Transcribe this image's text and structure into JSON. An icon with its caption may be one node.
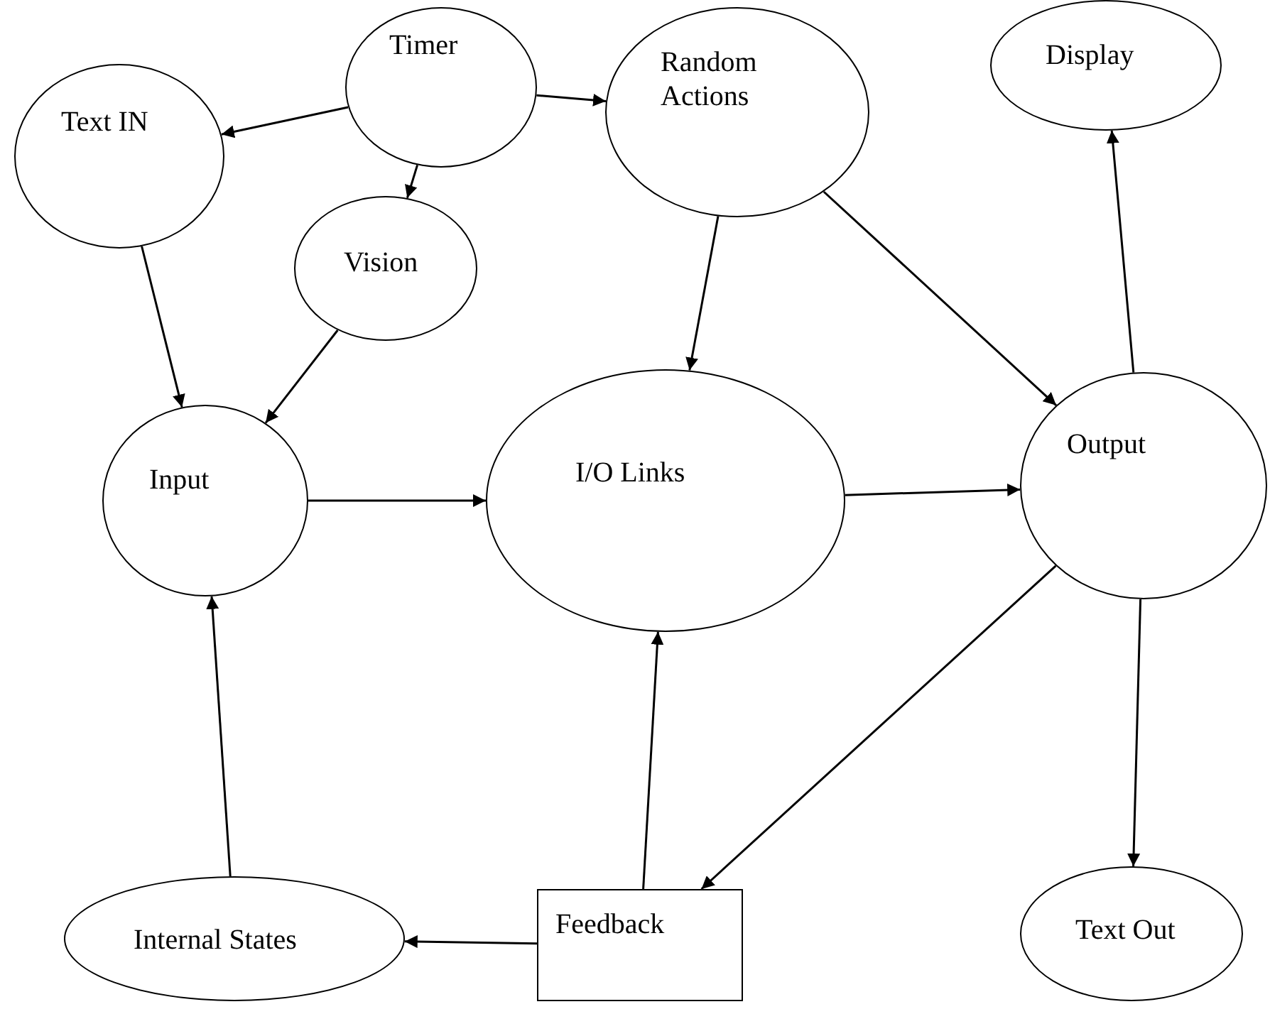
{
  "diagram": {
    "nodes": [
      {
        "text": [
          "Timer"
        ]
      },
      {
        "text": [
          "Display"
        ]
      },
      {
        "text": [
          "Text IN"
        ]
      },
      {
        "text": [
          "Random Actions"
        ]
      },
      {
        "text": [
          "Vision"
        ]
      },
      {
        "text": [
          "Input"
        ]
      },
      {
        "text": [
          "I/O Links"
        ]
      },
      {
        "text": [
          "Output"
        ]
      },
      {
        "text": [
          "Internal States"
        ]
      },
      {
        "text": [
          "Feedback"
        ]
      },
      {
        "text": [
          "Text Out"
        ]
      }
    ],
    "edges": [
      {
        "from": 0,
        "to": 2,
        "arrow": "to"
      },
      {
        "from": 0,
        "to": 4,
        "arrow": "to"
      },
      {
        "from": 0,
        "to": 3,
        "arrow": "to"
      },
      {
        "from": 2,
        "to": 5,
        "arrow": "to"
      },
      {
        "from": 4,
        "to": 5,
        "arrow": "to"
      },
      {
        "from": 3,
        "to": 6,
        "arrow": "to"
      },
      {
        "from": 3,
        "to": 7,
        "arrow": "to"
      },
      {
        "from": 5,
        "to": 6,
        "arrow": "to"
      },
      {
        "from": 6,
        "to": 7,
        "arrow": "to"
      },
      {
        "from": 7,
        "to": 1,
        "arrow": "to"
      },
      {
        "from": 7,
        "to": 10,
        "arrow": "to"
      },
      {
        "from": 7,
        "to": 9,
        "arrow": "to"
      },
      {
        "from": 9,
        "to": 6,
        "arrow": "to"
      },
      {
        "from": 9,
        "to": 8,
        "arrow": "to"
      },
      {
        "from": 8,
        "to": 5,
        "arrow": "to"
      }
    ]
  }
}
